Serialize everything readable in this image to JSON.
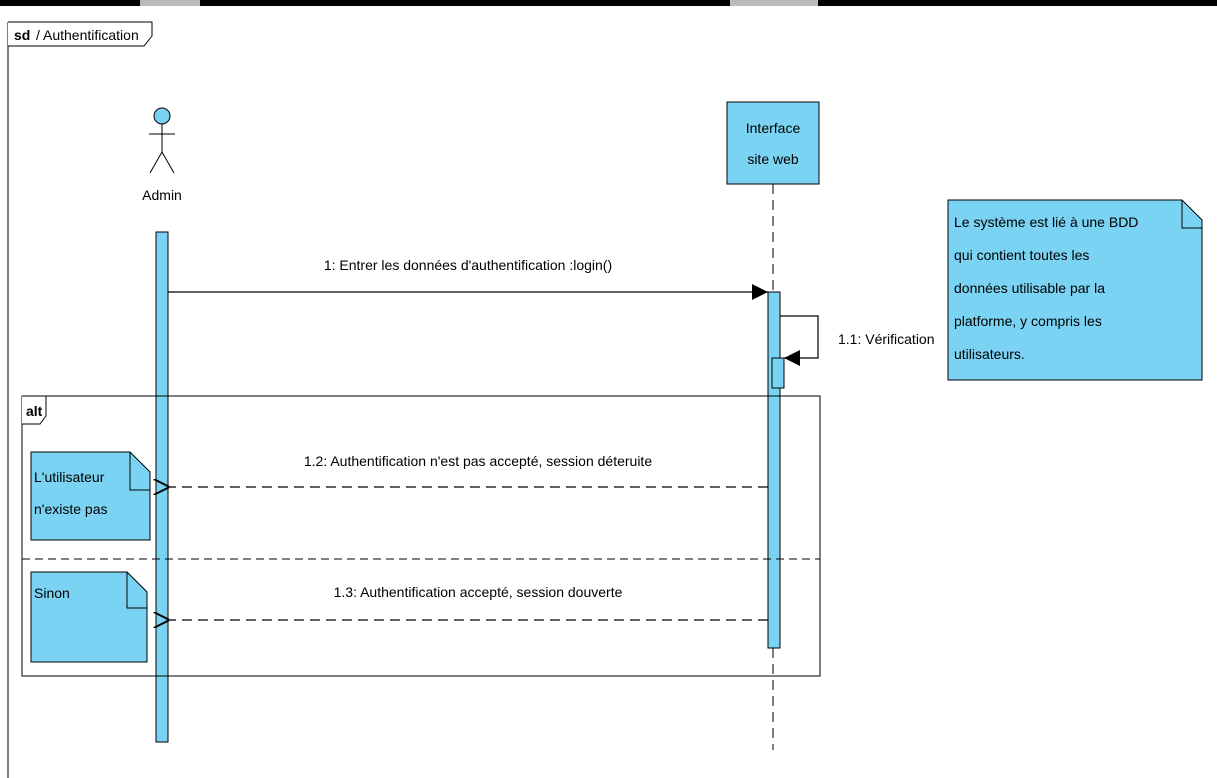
{
  "frame": {
    "keyword": "sd",
    "title": "/ Authentification"
  },
  "actor": {
    "name": "Admin"
  },
  "lifeline": {
    "line1": "Interface",
    "line2": "site web"
  },
  "messages": [
    {
      "label": "1: Entrer les données d'authentification :login()"
    },
    {
      "label": "1.1: Vérification"
    },
    {
      "label": "1.2: Authentification n'est pas accepté, session déteruite"
    },
    {
      "label": "1.3: Authentification accepté, session douverte"
    }
  ],
  "fragment": {
    "operator": "alt"
  },
  "notes": {
    "system": [
      "Le système est lié à une BDD",
      "qui contient toutes les",
      "données utilisable par la",
      "platforme, y compris les",
      "utilisateurs."
    ],
    "user_missing": [
      "L'utilisateur",
      "n'existe pas"
    ],
    "else": [
      "Sinon"
    ]
  },
  "colors": {
    "fill": "#7bd3f4",
    "stroke": "#000000"
  }
}
